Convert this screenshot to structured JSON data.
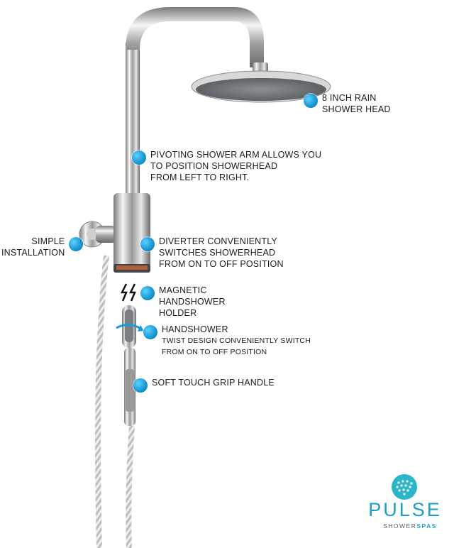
{
  "callouts": [
    {
      "id": "rain-head",
      "lines": [
        "8 INCH RAIN",
        "SHOWER HEAD"
      ]
    },
    {
      "id": "pivot-arm",
      "lines": [
        "PIVOTING SHOWER ARM ALLOWS YOU",
        "TO POSITION SHOWERHEAD",
        "FROM LEFT TO RIGHT."
      ]
    },
    {
      "id": "install",
      "lines": [
        "SIMPLE",
        "INSTALLATION"
      ]
    },
    {
      "id": "diverter",
      "lines": [
        "DIVERTER CONVENIENTLY",
        "SWITCHES SHOWERHEAD",
        "FROM ON TO OFF POSITION"
      ]
    },
    {
      "id": "magnetic",
      "lines": [
        "MAGNETIC",
        "HANDSHOWER",
        "HOLDER"
      ]
    },
    {
      "id": "handshower",
      "title": "HANDSHOWER",
      "sub": [
        "TWIST DESIGN CONVENIENTLY SWITCH",
        "FROM ON TO OFF POSITION"
      ]
    },
    {
      "id": "grip",
      "lines": [
        "SOFT TOUCH GRIP HANDLE"
      ]
    }
  ],
  "brand": {
    "name": "PULSE",
    "sub_a": "SHOWER",
    "sub_b": "SPAS"
  },
  "colors": {
    "accent": "#1a9ad6",
    "brand": "#1aa0c8",
    "chrome": "#c9c9c9"
  }
}
